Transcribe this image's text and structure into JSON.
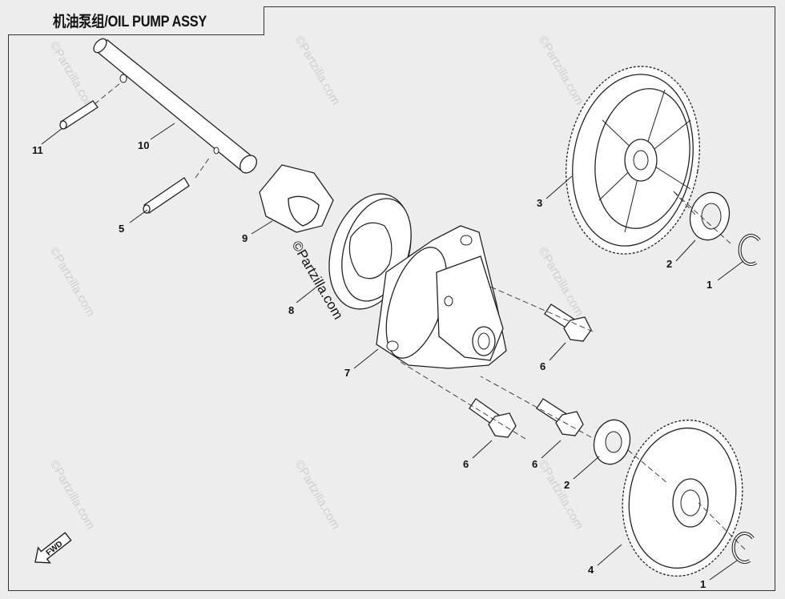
{
  "title": "机油泵组/OIL PUMP ASSY",
  "fwd_label": "FWD",
  "watermark": "©Partzilla.com",
  "callouts": {
    "c1a": "1",
    "c1b": "1",
    "c2a": "2",
    "c2b": "2",
    "c3": "3",
    "c4": "4",
    "c5": "5",
    "c6a": "6",
    "c6b": "6",
    "c6c": "6",
    "c7": "7",
    "c8": "8",
    "c9": "9",
    "c10": "10",
    "c11": "11"
  }
}
